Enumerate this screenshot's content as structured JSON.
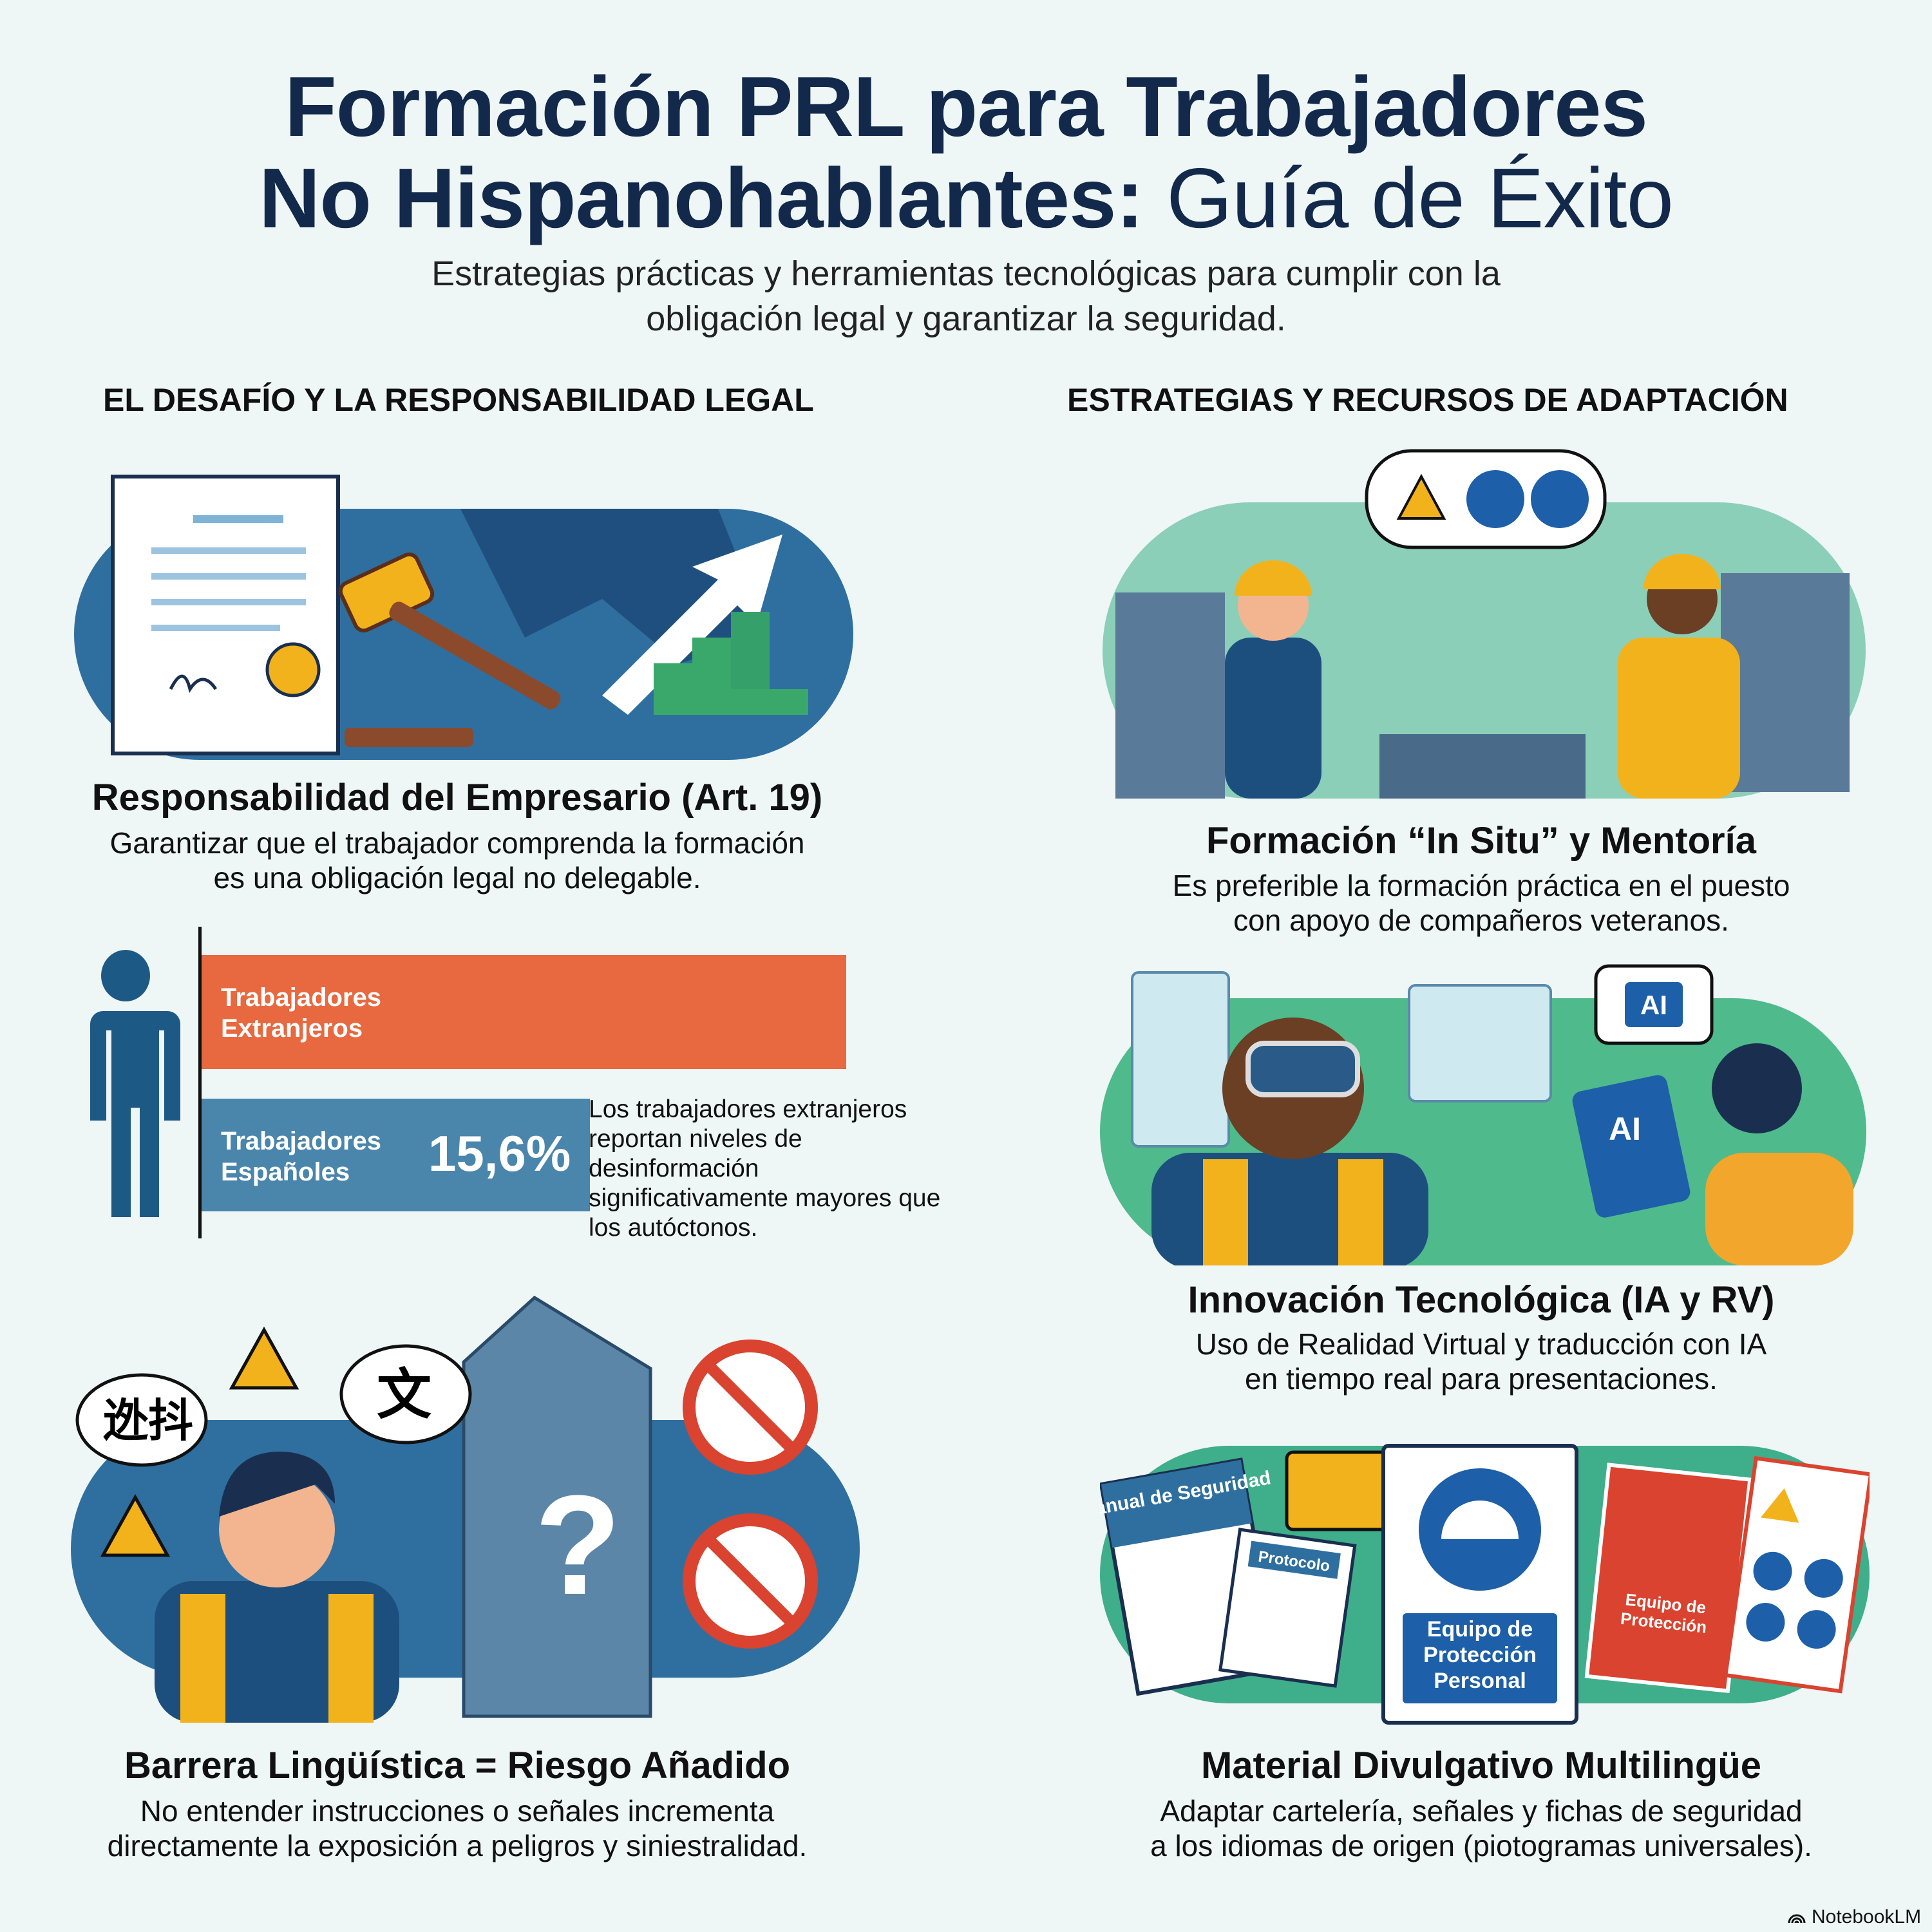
{
  "title": {
    "line1": "Formación PRL para Trabajadores",
    "line2_bold": "No Hispanohablantes:",
    "line2_light": "Guía de Éxito"
  },
  "subtitle": {
    "line1": "Estrategias prácticas y herramientas tecnológicas para cumplir con la",
    "line2": "obligación legal y garantizar la seguridad."
  },
  "left_section": {
    "header": "EL DESAFÍO Y LA RESPONSABILIDAD LEGAL",
    "card1": {
      "heading": "Responsabilidad del Empresario (Art. 19)",
      "desc1": "Garantizar que el trabajador comprenda la formación",
      "desc2": "es una obligación legal no delegable."
    },
    "card3": {
      "heading": "Barrera Lingüística = Riesgo Añadido",
      "desc1": "No entender instrucciones o señales incrementa",
      "desc2": "directamente la exposición a peligros y siniestralidad.",
      "bubble1": "迯抖",
      "bubble2": "文"
    }
  },
  "chart_data": {
    "type": "bar",
    "orientation": "horizontal",
    "categories": [
      "Trabajadores Extranjeros",
      "Trabajadores Españoles"
    ],
    "values": [
      25.9,
      15.6
    ],
    "value_labels": [
      "",
      "15,6%"
    ],
    "note": "Los trabajadores extranjeros reportan niveles de desinformación significativamente mayores que los autóctonos.",
    "colors": [
      "#e8683f",
      "#4a86ab"
    ],
    "xlim": [
      0,
      30
    ]
  },
  "right_section": {
    "header": "ESTRATEGIAS Y RECURSOS DE ADAPTACIÓN",
    "card1": {
      "heading": "Formación “In Situ” y Mentoría",
      "desc1": "Es preferible la formación práctica en el puesto",
      "desc2": "con apoyo de compañeros veteranos."
    },
    "card2": {
      "heading": "Innovación Tecnológica (IA y RV)",
      "desc1": "Uso de Realidad Virtual y traducción con IA",
      "desc2": "en tiempo real para presentaciones.",
      "ai_badge": "AI"
    },
    "card3": {
      "heading": "Material Divulgativo Multilingüe",
      "desc1": "Adaptar cartelería, señales y fichas de seguridad",
      "desc2": "a los idiomas de origen (piotogramas universales).",
      "manual": "Manual de Seguridad",
      "protocolo": "Protocolo",
      "epp": "Equipo de Protección Personal",
      "epp_small": "Equipo de Protección"
    }
  },
  "brand": "NotebookLM",
  "colors": {
    "navy": "#13294b",
    "blue": "#2f6f9f",
    "teal": "#49b59a",
    "orange": "#e8683f",
    "yellow": "#f2b21c",
    "red": "#d9432f"
  }
}
